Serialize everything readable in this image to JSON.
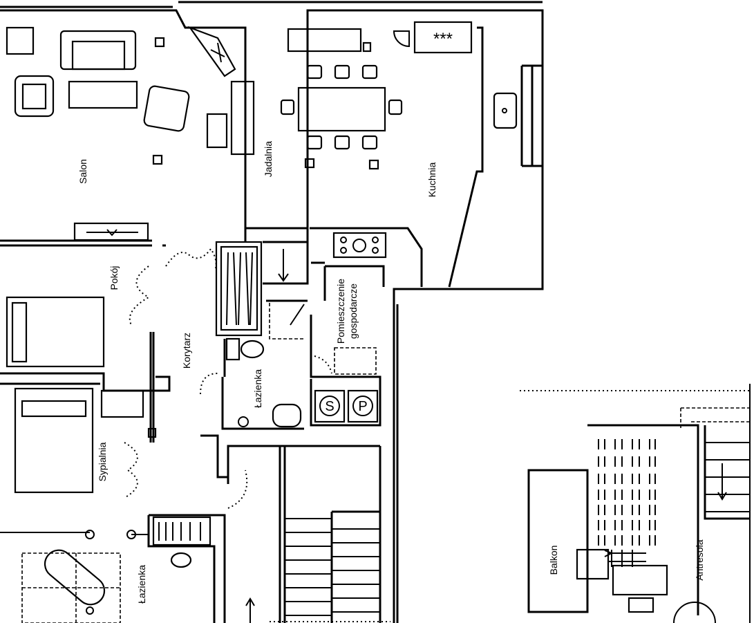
{
  "rooms": {
    "salon": "Salon",
    "jadalnia": "Jadalnia",
    "kuchnia": "Kuchnia",
    "pokoj": "Pokój",
    "korytarz": "Korytarz",
    "lazienka_1": "Łazienka",
    "pomieszczenie_line1": "Pomieszczenie",
    "pomieszczenie_line2": "gospodarcze",
    "sypialnia": "Sypialnia",
    "lazienka_2": "Łazienka",
    "balkon": "Balkon",
    "antresola": "Antresola"
  },
  "fixtures": {
    "fridge_mark": "***",
    "appliance_s": "S",
    "appliance_p": "P"
  },
  "colors": {
    "line": "#000000",
    "background": "#ffffff"
  }
}
